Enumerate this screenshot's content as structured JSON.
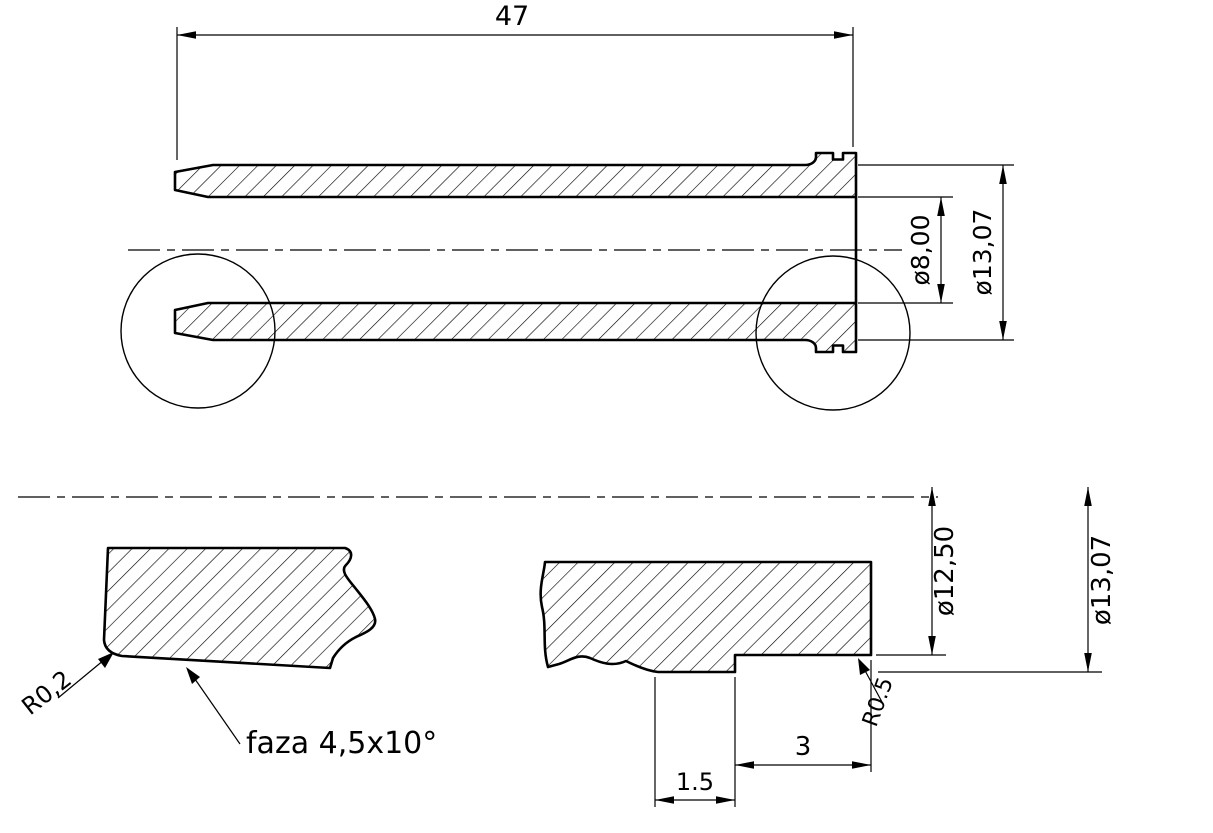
{
  "drawing": {
    "type": "technical-drawing",
    "background": "#ffffff",
    "line_color": "#000000",
    "labels": {
      "overall_length": "47",
      "bore_diameter": "ø8,00",
      "outer_diameter": "ø13,07",
      "groove_diameter": "ø12,50",
      "detail_outer_diameter": "ø13,07",
      "corner_radius": "R0,2",
      "chamfer_note": "faza 4,5x10°",
      "groove_radius": "R0.5",
      "groove_width": "3",
      "groove_offset": "1.5"
    }
  }
}
